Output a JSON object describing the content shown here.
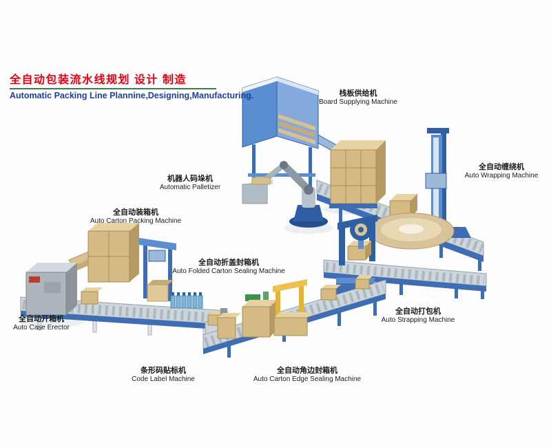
{
  "header": {
    "title_zh": "全自动包装流水线规划 设计 制造",
    "title_en": "Automatic Packing Line Plannine,Designing,Manufacturing.",
    "title_color": "#e60012",
    "subtitle_color": "#1f3f9e",
    "underline_color": "#3c7d4f"
  },
  "labels": [
    {
      "id": "board-supplying-machine",
      "zh": "栈板供给机",
      "en": "Board Supplying Machine"
    },
    {
      "id": "automatic-palletizer",
      "zh": "机器人码垛机",
      "en": "Automatic Palletizer"
    },
    {
      "id": "auto-wrapping-machine",
      "zh": "全自动缠绕机",
      "en": "Auto Wrapping Machine"
    },
    {
      "id": "auto-carton-packing-machine",
      "zh": "全自动装箱机",
      "en": "Auto Carton Packing Machine"
    },
    {
      "id": "auto-folded-carton-sealing-machine",
      "zh": "全自动折盖封箱机",
      "en": "Auto Folded Carton Sealing Machine"
    },
    {
      "id": "auto-case-erector",
      "zh": "全自动开箱机",
      "en": "Auto Case Erector"
    },
    {
      "id": "auto-strapping-machine",
      "zh": "全自动打包机",
      "en": "Auto Strapping Machine"
    },
    {
      "id": "code-label-machine",
      "zh": "条形码贴标机",
      "en": "Code Label Machine"
    },
    {
      "id": "auto-carton-edge-sealing-machine",
      "zh": "全自动角边封箱机",
      "en": "Auto Carton Edge Sealing Machine"
    }
  ],
  "palette": {
    "conveyor_blue": "#3e6db3",
    "machine_blue_light": "#5b8ed0",
    "carton_tan": "#d6ba84",
    "carton_tan_light": "#e7d2a4",
    "carton_tan_dark": "#b79a63",
    "steel_gray": "#aeb6bd",
    "deck_gray": "#cfd6db",
    "turntable_beige": "#d9c49a",
    "accent_yellow": "#e0b33a",
    "accent_green": "#3f8f4f",
    "accent_red": "#c03a2b"
  }
}
